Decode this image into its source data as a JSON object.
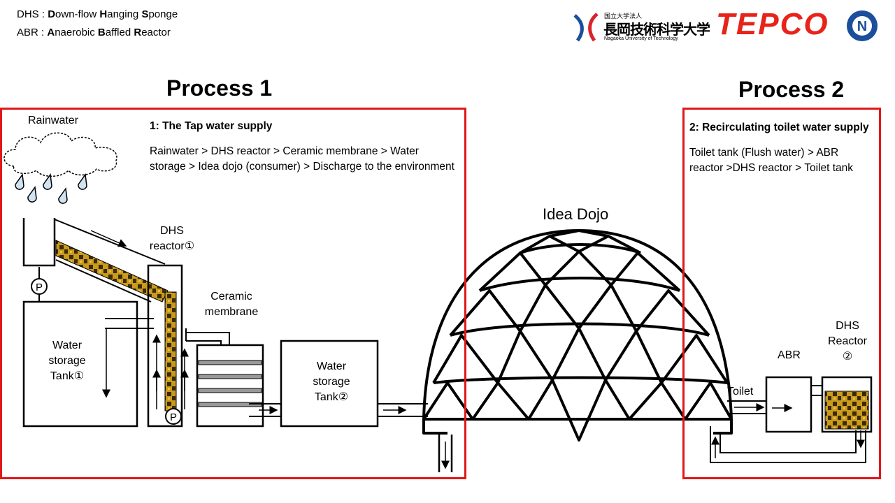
{
  "legend": {
    "dhs": {
      "abbr": "DHS",
      "sep": " : ",
      "w1b": "D",
      "w1r": "own-flow ",
      "w2b": "H",
      "w2r": "anging ",
      "w3b": "S",
      "w3r": "ponge"
    },
    "abr": {
      "abbr": "ABR",
      "sep": " : ",
      "w1b": "A",
      "w1r": "naerobic ",
      "w2b": "B",
      "w2r": "affled ",
      "w3b": "R",
      "w3r": "eactor"
    }
  },
  "logos": {
    "univ_small": "国立大学法人",
    "univ_name": "長岡技術科学大学",
    "univ_en": "Nagaoka University of Technology",
    "tepco": "TEPCO",
    "seal_letter": "N",
    "colors": {
      "tepco_red": "#e8231a",
      "univ_blue": "#1b4f9c",
      "univ_red": "#d9232d"
    }
  },
  "process1": {
    "title": "Process 1",
    "heading": "1: The Tap water supply",
    "description": "Rainwater > DHS reactor > Ceramic membrane > Water storage > Idea dojo (consumer) > Discharge to the environment",
    "labels": {
      "rainwater": "Rainwater",
      "dhs_reactor_1": "DHS",
      "dhs_reactor_2": "reactor①",
      "ceramic_1": "Ceramic",
      "ceramic_2": "membrane",
      "tank1_1": "Water",
      "tank1_2": "storage",
      "tank1_3": "Tank①",
      "tank2_1": "Water",
      "tank2_2": "storage",
      "tank2_3": "Tank②",
      "pump": "P"
    }
  },
  "process2": {
    "title": "Process 2",
    "heading": "2: Recirculating toilet water supply",
    "description": "Toilet tank (Flush water) > ABR reactor >DHS reactor > Toilet tank",
    "labels": {
      "toilet": "Toilet",
      "abr": "ABR",
      "dhs_1": "DHS",
      "dhs_2": "Reactor",
      "dhs_3": "②"
    }
  },
  "dojo": {
    "label": "Idea Dojo"
  },
  "colors": {
    "frame": "#e01818",
    "sponge": "#c99a1c",
    "sponge_dark": "#3a2a08"
  }
}
